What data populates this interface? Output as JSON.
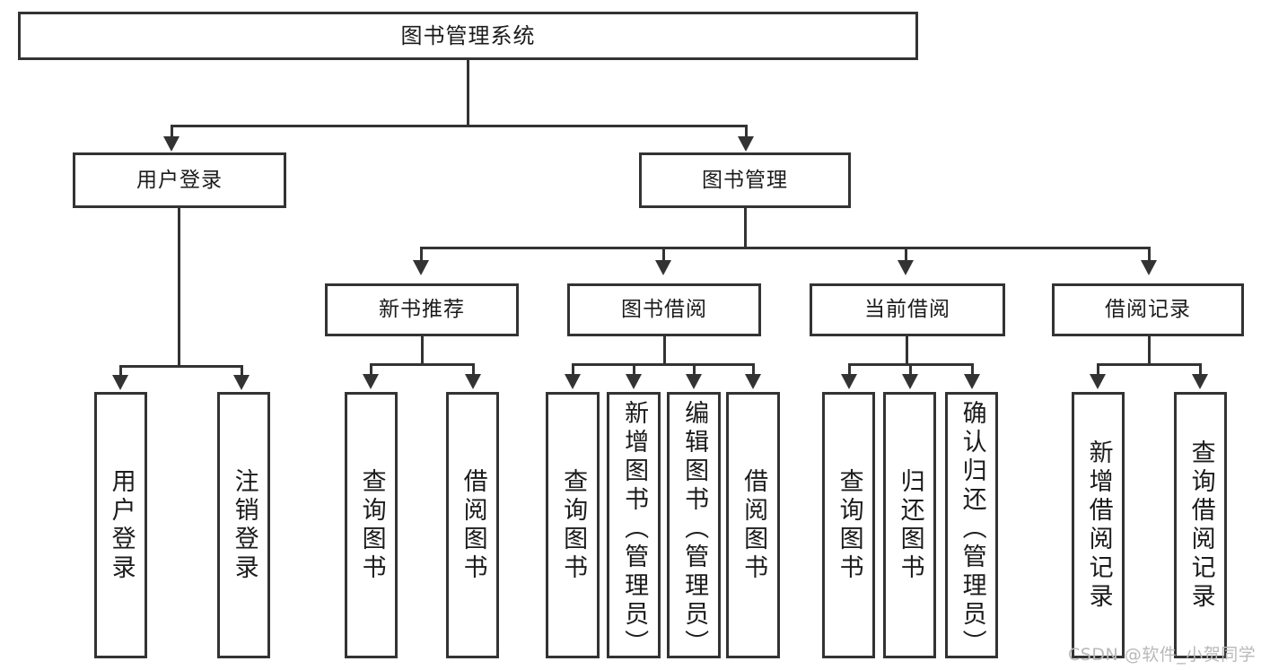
{
  "diagram": {
    "title": "图书管理系统",
    "type": "tree-hierarchy-diagram",
    "root": {
      "label": "图书管理系统"
    },
    "level2": [
      {
        "label": "用户登录"
      },
      {
        "label": "图书管理"
      }
    ],
    "level3": [
      {
        "label": "新书推荐"
      },
      {
        "label": "图书借阅"
      },
      {
        "label": "当前借阅"
      },
      {
        "label": "借阅记录"
      }
    ],
    "leaves": {
      "user_login": [
        {
          "label": "用户登录"
        },
        {
          "label": "注销登录"
        }
      ],
      "new_book_recommend": [
        {
          "label": "查询图书"
        },
        {
          "label": "借阅图书"
        }
      ],
      "book_borrow": [
        {
          "label": "查询图书"
        },
        {
          "label": "新增图书（管理员）"
        },
        {
          "label": "编辑图书（管理员）"
        },
        {
          "label": "借阅图书"
        }
      ],
      "current_borrow": [
        {
          "label": "查询图书"
        },
        {
          "label": "归还图书"
        },
        {
          "label": "确认归还（管理员）"
        }
      ],
      "borrow_record": [
        {
          "label": "新增借阅记录"
        },
        {
          "label": "查询借阅记录"
        }
      ]
    },
    "watermark": "CSDN @软件_小贺同学",
    "colors": {
      "stroke": "#333333",
      "text": "#1b1b1b",
      "background": "#ffffff",
      "watermark": "#b9b9b9"
    }
  }
}
